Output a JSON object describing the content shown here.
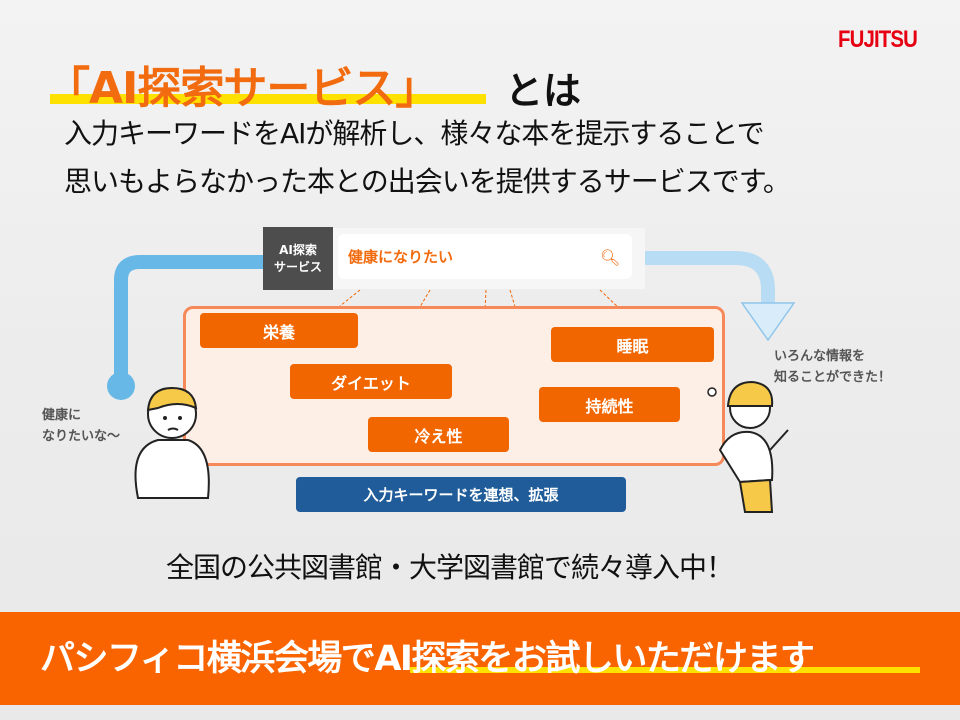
{
  "logo": "FUJITSU",
  "title": {
    "main": "「AI探索サービス」",
    "suffix": "とは"
  },
  "description": [
    "入力キーワードをAIが解析し、様々な本を提示することで",
    "思いもよらなかった本との出会いを提供するサービスです。"
  ],
  "search": {
    "label_line1": "AI探索",
    "label_line2": "サービス",
    "query": "健康になりたい",
    "icon": "search-icon"
  },
  "keywords": [
    "栄養",
    "ダイエット",
    "冷え性",
    "睡眠",
    "持続性"
  ],
  "banner": "入力キーワードを連想、拡張",
  "left_person": {
    "line1": "健康に",
    "line2": "なりたいな～"
  },
  "right_person": {
    "line1": "いろんな情報を",
    "line2": "知ることができた！"
  },
  "statement": "全国の公共図書館・大学図書館で続々導入中！",
  "cta": {
    "part1": "パシフィコ横浜会場で",
    "part2": "AI探索をお試しいただけます"
  },
  "colors": {
    "orange": "#f26600",
    "blue": "#1f5c99",
    "yellow": "#ffe100",
    "brand_red": "#e60012"
  }
}
